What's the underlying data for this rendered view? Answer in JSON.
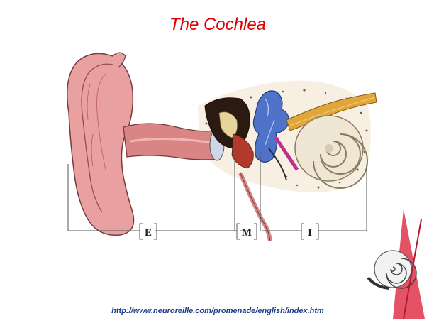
{
  "slide": {
    "title": "The Cochlea",
    "source_url": "http://www.neuroreille.com/promenade/english/index.htm"
  },
  "diagram": {
    "brackets": [
      {
        "id": "outer",
        "label": "E"
      },
      {
        "id": "middle",
        "label": "M"
      },
      {
        "id": "inner",
        "label": "I"
      }
    ]
  },
  "colors": {
    "title": "#e00000",
    "url": "#1b3a8c",
    "skin": "#e8a0a0",
    "canal": "#d98585",
    "ossicle_blue": "#4f73c8",
    "cochlea": "#efe6d4",
    "nerve": "#e0a63a"
  },
  "icons": [
    "ear-anatomy-illustration",
    "cochlea-shell-logo-icon"
  ]
}
